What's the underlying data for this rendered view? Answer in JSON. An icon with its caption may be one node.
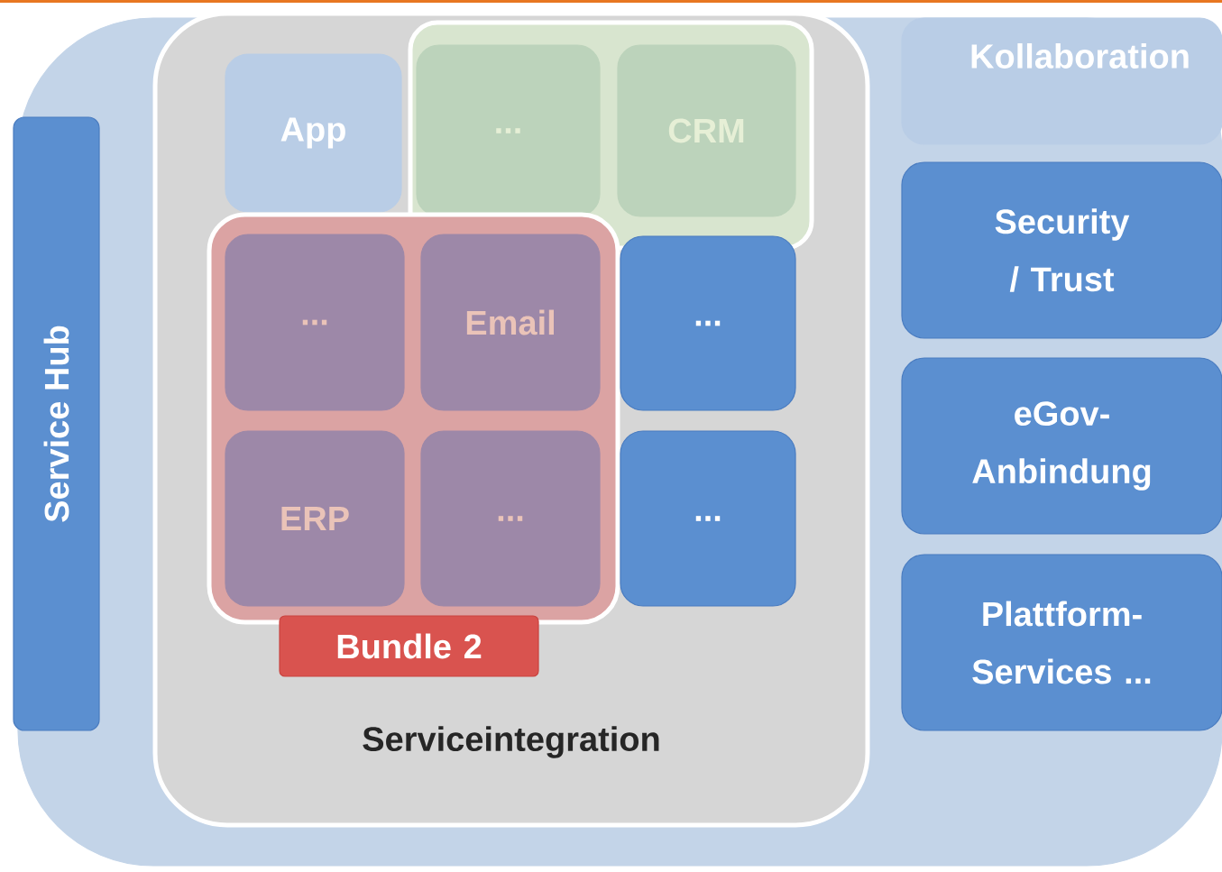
{
  "diagram": {
    "nodes": [
      {
        "text": [],
        "shape": "box"
      },
      {
        "text": [
          "Service Hub"
        ],
        "in": 0
      },
      {
        "text": [
          "Serviceintegration"
        ],
        "in": 0
      },
      {
        "text": [
          "App"
        ],
        "in": 2
      },
      {
        "text": [],
        "shape": "box",
        "in": 2
      },
      {
        "text": [
          "..."
        ],
        "in": 4
      },
      {
        "text": [
          "CRM"
        ],
        "in": 4
      },
      {
        "text": [],
        "shape": "box",
        "in": 2
      },
      {
        "text": [
          "Bundle 2"
        ],
        "in": 2
      },
      {
        "text": [
          "..."
        ],
        "in": 7
      },
      {
        "text": [
          "Email"
        ],
        "in": 7
      },
      {
        "text": [
          "ERP"
        ],
        "in": 7
      },
      {
        "text": [
          "..."
        ],
        "in": 7
      },
      {
        "text": [
          "..."
        ],
        "in": 2
      },
      {
        "text": [
          "..."
        ],
        "in": 2
      },
      {
        "text": [
          "Kollaboration"
        ],
        "in": 0
      },
      {
        "text": [
          "Security / Trust"
        ],
        "in": 0
      },
      {
        "text": [
          "eGov-Anbindung"
        ],
        "in": 0
      },
      {
        "text": [
          "Plattform-Services ..."
        ],
        "in": 0
      }
    ]
  }
}
